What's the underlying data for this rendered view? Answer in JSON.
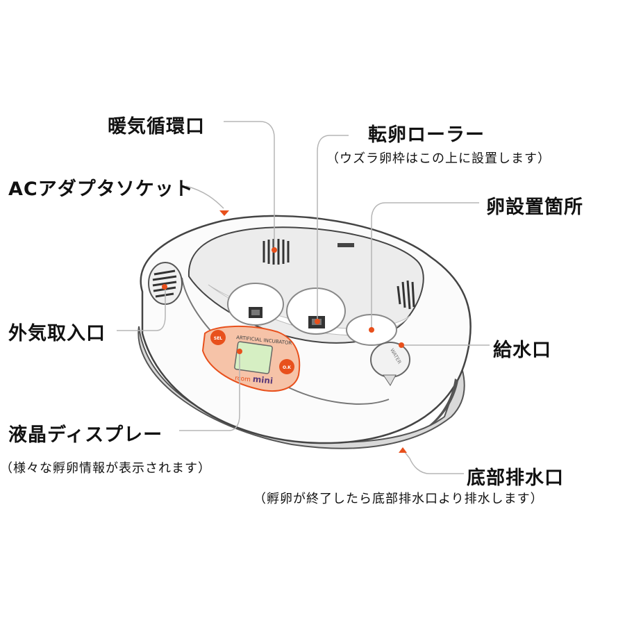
{
  "labels": {
    "warm_air_vent": "暖気循環口",
    "turning_roller": "転卵ローラー",
    "turning_roller_note": "（ウズラ卵枠はこの上に設置します）",
    "ac_socket": "ACアダプタソケット",
    "egg_position": "卵設置箇所",
    "air_intake": "外気取入口",
    "water_inlet": "給水口",
    "lcd_display": "液晶ディスプレー",
    "lcd_display_note": "（様々な孵卵情報が表示されます）",
    "bottom_drain": "底部排水口",
    "bottom_drain_note": "（孵卵が終了したら底部排水口より排水します）"
  },
  "device": {
    "panel_title": "ARTIFICIAL INCUBATOR",
    "brand": "rcom",
    "model": "mini",
    "sel_button": "SEL",
    "ok_button": "O.K",
    "water_cap": "WATER"
  },
  "colors": {
    "accent": "#e8501c",
    "leader": "#b5b5b5",
    "panel_fill": "#f6c3a8"
  }
}
